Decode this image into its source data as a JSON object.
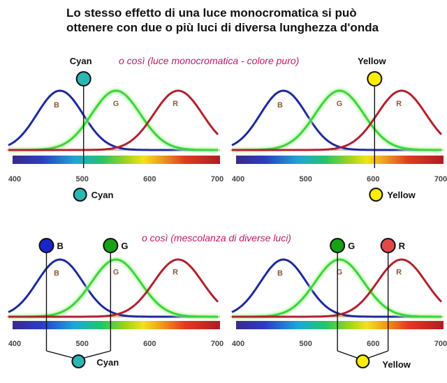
{
  "title": {
    "line1": "Lo stesso effetto  di una luce monocromatica si può",
    "line2": "ottenere con due o più luci di diversa lunghezza d'onda"
  },
  "notes": {
    "top": "o così  (luce monocromatica - colore puro)",
    "bottom": "o così  (mescolanza di diverse luci)"
  },
  "colors": {
    "note": "#c0186a",
    "blue": "#1c2a9c",
    "green": "#39d639",
    "red": "#b2202c",
    "cyan": "#2ab7b4",
    "yellow": "#ffee00",
    "dot_green": "#16a116",
    "dot_red": "#e24848",
    "dot_blue": "#1a24cc"
  },
  "curve_labels": [
    "B",
    "G",
    "R"
  ],
  "axis_ticks": [
    "400",
    "500",
    "600",
    "700"
  ],
  "panels": [
    {
      "id": "cyan-mono",
      "wavelength": 500,
      "top_label": "Cyan",
      "bottom_label": "Cyan"
    },
    {
      "id": "yellow-mono",
      "wavelength": 600,
      "top_label": "Yellow",
      "bottom_label": "Yellow"
    },
    {
      "id": "cyan-mix",
      "mix": [
        {
          "label": "B",
          "wavelength": 445
        },
        {
          "label": "G",
          "wavelength": 540
        }
      ],
      "bottom_label": "Cyan"
    },
    {
      "id": "yellow-mix",
      "mix": [
        {
          "label": "G",
          "wavelength": 545
        },
        {
          "label": "R",
          "wavelength": 620
        }
      ],
      "bottom_label": "Yellow"
    }
  ]
}
